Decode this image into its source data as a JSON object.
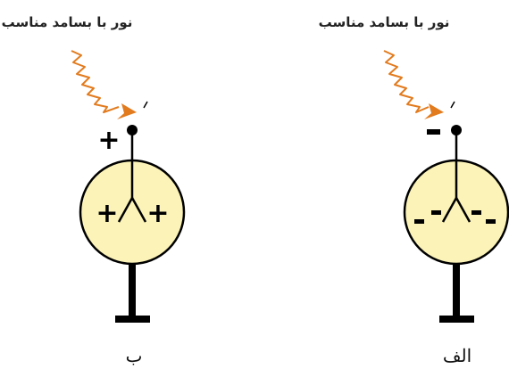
{
  "panels": {
    "left": {
      "light_label": "نور با بسامد مناسب",
      "panel_label": "ب",
      "terminal_charge": "+",
      "electroscope_charges": [
        "+",
        "+"
      ]
    },
    "right": {
      "light_label": "نور با بسامد مناسب",
      "panel_label": "الف",
      "terminal_charge": "-",
      "electroscope_charges": [
        "-",
        "-",
        "-",
        "-"
      ]
    }
  },
  "colors": {
    "light_wave": "#e27b1e",
    "electroscope_fill": "#fbf3b7",
    "stroke": "#000000"
  }
}
